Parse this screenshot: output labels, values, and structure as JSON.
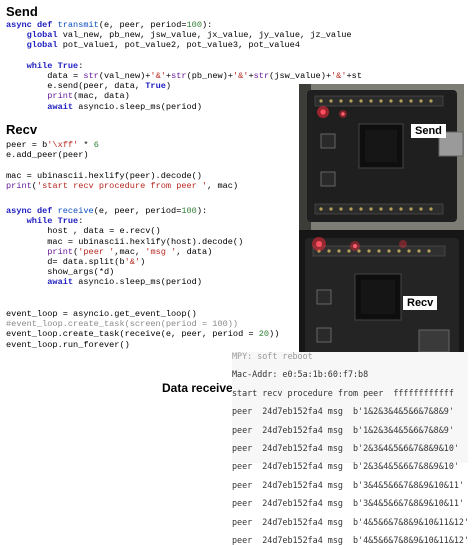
{
  "sections": {
    "send": "Send",
    "recv": "Recv",
    "data_received": "Data received"
  },
  "send_code": [
    "async def transmit(e, peer, period=100):",
    "    global val_new, pb_new, jsw_value, jx_value, jy_value, jz_value",
    "    global pot_value1, pot_value2, pot_value3, pot_value4",
    "",
    "    while True:",
    "        data = str(val_new)+'&'+str(pb_new)+'&'+str(jsw_value)+'&'+st",
    "        e.send(peer, data, True)",
    "        print(mac, data)",
    "        await asyncio.sleep_ms(period)"
  ],
  "recv_code_a": [
    "peer = b'\\xff' * 6",
    "e.add_peer(peer)",
    "",
    "mac = ubinascii.hexlify(peer).decode()",
    "print('start recv procedure from peer ', mac)"
  ],
  "recv_code_b": [
    "async def receive(e, peer, period=100):",
    "    while True:",
    "        host , data = e.recv()",
    "        mac = ubinascii.hexlify(host).decode()",
    "        print('peer ',mac, 'msg ', data)",
    "        d= data.split(b'&')",
    "        show_args(*d)",
    "        await asyncio.sleep_ms(period)"
  ],
  "recv_code_c": [
    "event_loop = asyncio.get_event_loop()",
    "#event_loop.create_task(screen(period = 100))",
    "event_loop.create_task(receive(e, peer, period = 20))",
    "event_loop.run_forever()"
  ],
  "board_labels": {
    "send": "Send",
    "recv": "Recv"
  },
  "terminal_lines": [
    "MPY: soft reboot",
    "Mac-Addr: e0:5a:1b:60:f7:b8",
    "start recv procedure from peer  ffffffffffff",
    "peer  24d7eb152fa4 msg  b'1&2&3&4&5&6&7&8&9'",
    "peer  24d7eb152fa4 msg  b'1&2&3&4&5&6&7&8&9'",
    "peer  24d7eb152fa4 msg  b'2&3&4&5&6&7&8&9&10'",
    "peer  24d7eb152fa4 msg  b'2&3&4&5&6&7&8&9&10'",
    "peer  24d7eb152fa4 msg  b'3&4&5&6&7&8&9&10&11'",
    "peer  24d7eb152fa4 msg  b'3&4&5&6&7&8&9&10&11'",
    "peer  24d7eb152fa4 msg  b'4&5&6&7&8&9&10&11&12'",
    "peer  24d7eb152fa4 msg  b'4&5&6&7&8&9&10&11&12'"
  ]
}
